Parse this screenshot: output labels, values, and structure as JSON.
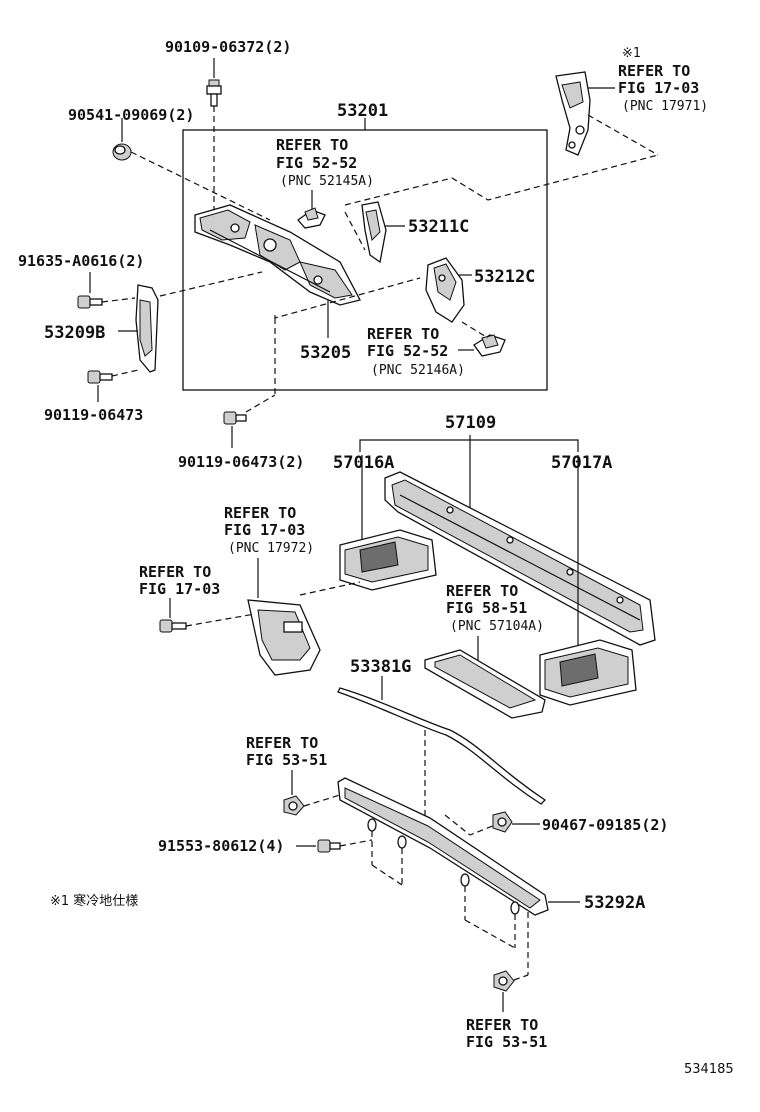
{
  "labels": {
    "p90109": "90109-06372(2)",
    "p90541": "90541-09069(2)",
    "p53201": "53201",
    "ref1_line1": "REFER TO",
    "ref1_line2": "FIG 52-52",
    "ref1_pnc": "(PNC 52145A)",
    "p53211c": "53211C",
    "p91635": "91635-A0616(2)",
    "p53212c": "53212C",
    "p53209b": "53209B",
    "p53205": "53205",
    "ref2_line1": "REFER TO",
    "ref2_line2": "FIG 52-52",
    "ref2_pnc": "(PNC 52146A)",
    "p90119a": "90119-06473",
    "p90119b": "90119-06473(2)",
    "ref3_mark": "※1",
    "ref3_line1": "REFER TO",
    "ref3_line2": "FIG 17-03",
    "ref3_pnc": "(PNC 17971)",
    "p57109": "57109",
    "p57016a": "57016A",
    "p57017a": "57017A",
    "ref4_line1": "REFER TO",
    "ref4_line2": "FIG 17-03",
    "ref4_pnc": "(PNC 17972)",
    "ref5_line1": "REFER TO",
    "ref5_line2": "FIG 17-03",
    "ref6_line1": "REFER TO",
    "ref6_line2": "FIG 58-51",
    "ref6_pnc": "(PNC 57104A)",
    "p53381g": "53381G",
    "ref7_line1": "REFER TO",
    "ref7_line2": "FIG 53-51",
    "p90467": "90467-09185(2)",
    "p91553": "91553-80612(4)",
    "p53292a": "53292A",
    "ref8_line1": "REFER TO",
    "ref8_line2": "FIG 53-51",
    "footnote": "※1 寒冷地仕様",
    "diagram_no": "534185"
  }
}
